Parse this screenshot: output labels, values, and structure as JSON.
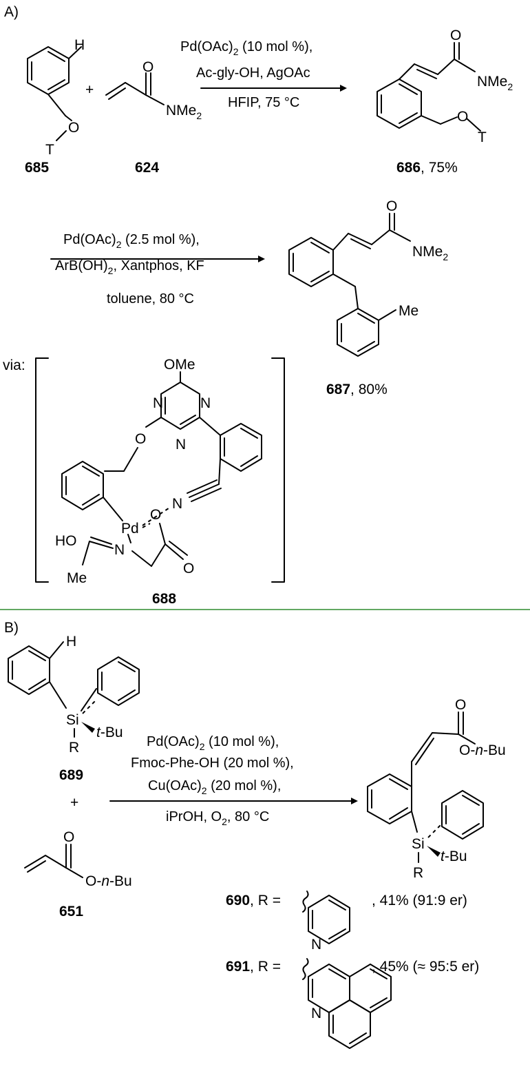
{
  "panelA": {
    "label": "A)",
    "via": "via:",
    "step1": {
      "cond1_main": "Pd(OAc)",
      "cond1_sub": "2",
      "cond1_rest": " (10 mol %),",
      "cond2": "Ac-gly-OH, AgOAc",
      "cond3": "HFIP, 75 °C"
    },
    "step2": {
      "cond1_main": "Pd(OAc)",
      "cond1_sub": "2",
      "cond1_rest": " (2.5 mol %),",
      "cond2_main": "ArB(OH)",
      "cond2_sub": "2",
      "cond2_rest": ", Xantphos, KF",
      "cond3": "toluene, 80 °C"
    },
    "c685": {
      "num": "685",
      "H": "H",
      "O": "O",
      "T": "T"
    },
    "plus": "+",
    "c624": {
      "num": "624",
      "O": "O",
      "N_main": "NMe",
      "N_sub": "2"
    },
    "c686": {
      "num": "686",
      "yield": ", 75%",
      "O": "O",
      "N_main": "NMe",
      "N_sub": "2",
      "O2": "O",
      "T": "T"
    },
    "c687": {
      "num": "687",
      "yield": ", 80%",
      "O": "O",
      "N_main": "NMe",
      "N_sub": "2",
      "Me": "Me"
    },
    "c688": {
      "num": "688",
      "OMe": "OMe",
      "N": "N",
      "O": "O",
      "Pd": "Pd",
      "HO": "HO",
      "Me": "Me"
    }
  },
  "panelB": {
    "label": "B)",
    "cond1_main": "Pd(OAc)",
    "cond1_sub": "2",
    "cond1_rest": " (10 mol %),",
    "cond2": "Fmoc-Phe-OH (20 mol %),",
    "cond3_main": "Cu(OAc)",
    "cond3_sub": "2",
    "cond3_rest": " (20 mol %),",
    "cond4_main": "iPrOH, O",
    "cond4_sub": "2",
    "cond4_rest": ", 80 °C",
    "c689": {
      "num": "689",
      "H": "H",
      "Si": "Si",
      "tBu_t": "t",
      "tBu_rest": "-Bu",
      "R": "R"
    },
    "plus": "+",
    "c651": {
      "num": "651",
      "O": "O",
      "On": "O-",
      "n": "n",
      "Bu": "-Bu"
    },
    "product": {
      "O": "O",
      "On": "O-",
      "n": "n",
      "Bu": "-Bu",
      "Si": "Si",
      "tBu_t": "t",
      "tBu_rest": "-Bu",
      "R": "R"
    },
    "c690": {
      "num": "690",
      "R_eq": ", R =",
      "result": ", 41% (91:9 er)",
      "N": "N"
    },
    "c691": {
      "num": "691",
      "R_eq": ", R =",
      "result": ", 45% (≈ 95:5 er)",
      "N": "N"
    }
  },
  "colors": {
    "divider": "#2e8b2e",
    "ink": "#000000"
  }
}
